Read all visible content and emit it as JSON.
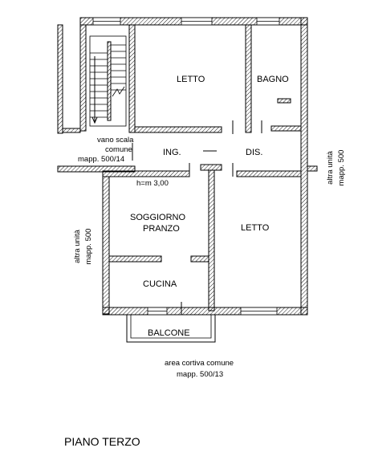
{
  "rooms": {
    "bedroom_upper": "LETTO",
    "bathroom": "BAGNO",
    "entrance": "ING.",
    "hallway": "DIS.",
    "living_line1": "SOGGIORNO",
    "living_line2": "PRANZO",
    "bedroom_lower": "LETTO",
    "kitchen": "CUCINA",
    "balcony": "BALCONE"
  },
  "stairwell": {
    "line1": "vano scala",
    "line2": "comune",
    "line3": "mapp. 500/14"
  },
  "ceiling_height": "h=m 3,00",
  "neighbor_right": {
    "line1": "altra unità",
    "line2": "mapp. 500"
  },
  "neighbor_left": {
    "line1": "altra unità",
    "line2": "mapp. 500"
  },
  "courtyard": {
    "line1": "area cortiva comune",
    "line2": "mapp. 500/13"
  },
  "floor_label": "PIANO TERZO",
  "colors": {
    "ink": "#000000",
    "paper": "#ffffff"
  }
}
